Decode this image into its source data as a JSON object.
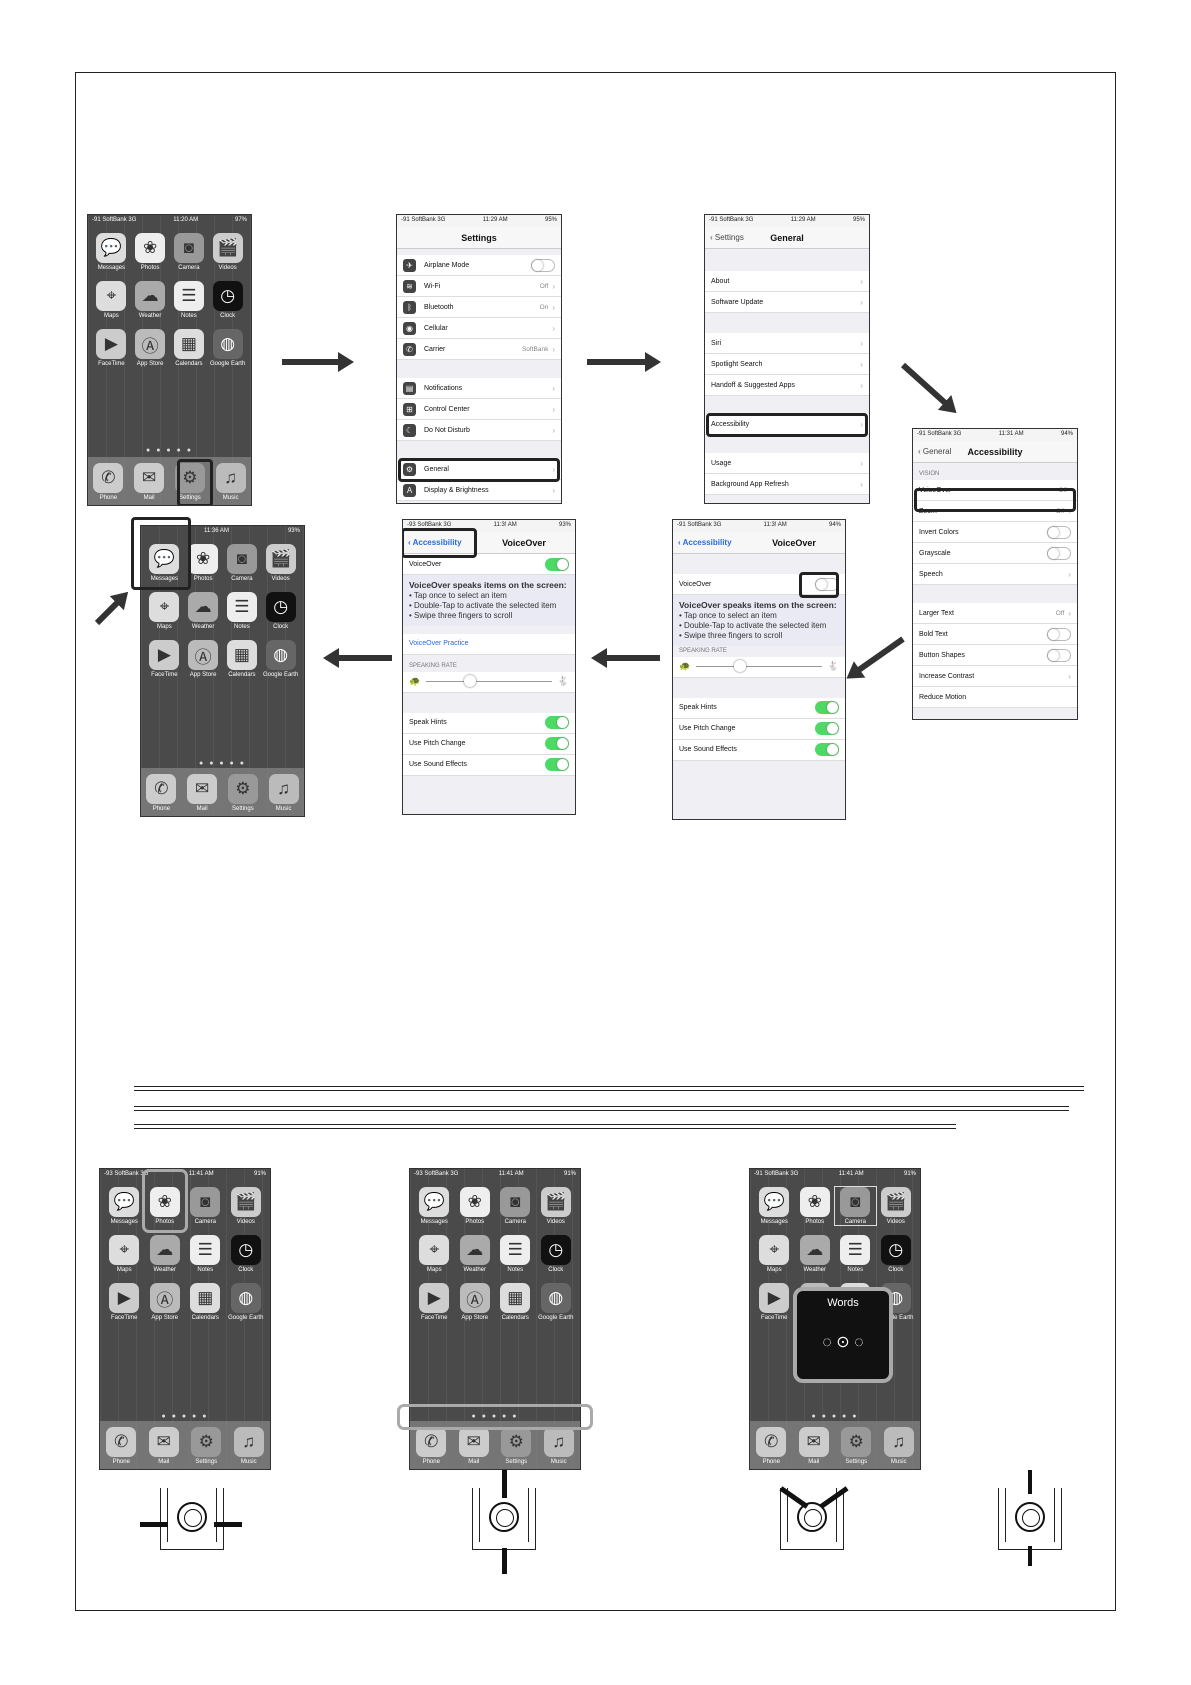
{
  "status": {
    "carrier91": "-91 SoftBank 3G",
    "carrier93": "-93 SoftBank 3G",
    "t1120": "11:20 AM",
    "t1129": "11:29 AM",
    "t1131": "11:31 AM",
    "t1136": "11:36 AM",
    "t113x": "11:3! AM",
    "t1141": "11:41 AM",
    "b97": "97%",
    "b95": "95%",
    "b94": "94%",
    "b93": "93%",
    "b91": "91%"
  },
  "apps": {
    "messages": "Messages",
    "photos": "Photos",
    "camera": "Camera",
    "videos": "Videos",
    "maps": "Maps",
    "weather": "Weather",
    "notes": "Notes",
    "clock": "Clock",
    "facetime": "FaceTime",
    "appstore": "App Store",
    "calendars": "Calendars",
    "earth": "Google Earth",
    "phone": "Phone",
    "mail": "Mail",
    "settings": "Settings",
    "music": "Music"
  },
  "page_dots": "● ● ● ● ●",
  "settings_screen": {
    "title": "Settings",
    "airplane": "Airplane Mode",
    "wifi": "Wi-Fi",
    "wifi_val": "Off",
    "bluetooth": "Bluetooth",
    "bluetooth_val": "On",
    "cellular": "Cellular",
    "carrier": "Carrier",
    "carrier_val": "SoftBank",
    "notifications": "Notifications",
    "control_center": "Control Center",
    "dnd": "Do Not Disturb",
    "general": "General",
    "display": "Display & Brightness"
  },
  "general_screen": {
    "back": "Settings",
    "title": "General",
    "about": "About",
    "update": "Software Update",
    "siri": "Siri",
    "spotlight": "Spotlight Search",
    "handoff": "Handoff & Suggested Apps",
    "accessibility": "Accessibility",
    "usage": "Usage",
    "bg_refresh": "Background App Refresh"
  },
  "accessibility_screen": {
    "back": "General",
    "title": "Accessibility",
    "vision": "VISION",
    "voiceover": "VoiceOver",
    "voiceover_val": "Off",
    "zoom": "Zoom",
    "zoom_val": "Off",
    "invert": "Invert Colors",
    "grayscale": "Grayscale",
    "speech": "Speech",
    "larger_text": "Larger Text",
    "larger_val": "Off",
    "bold": "Bold Text",
    "shapes": "Button Shapes",
    "contrast": "Increase Contrast",
    "motion": "Reduce Motion"
  },
  "voiceover_screen": {
    "back": "Accessibility",
    "title": "VoiceOver",
    "toggle_label": "VoiceOver",
    "desc_head": "VoiceOver speaks items on the screen:",
    "b1": "• Tap once to select an item",
    "b2": "• Double-Tap to activate the selected item",
    "b3": "• Swipe three fingers to scroll",
    "practice": "VoiceOver Practice",
    "rate": "SPEAKING RATE",
    "hints": "Speak Hints",
    "pitch": "Use Pitch Change",
    "sound": "Use Sound Effects"
  },
  "rotor": {
    "title": "Words",
    "dial": "◌ ⊙ ◌"
  },
  "glyphs": {
    "chevron": "›",
    "back": "‹",
    "turtle": "🐢",
    "hare": "🐇"
  }
}
